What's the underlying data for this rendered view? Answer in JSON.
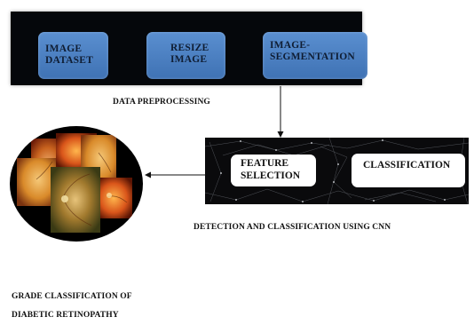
{
  "preprocessing": {
    "stages": [
      {
        "label": "IMAGE\nDATASET"
      },
      {
        "label": "RESIZE\nIMAGE"
      },
      {
        "label": "IMAGE-\nSEGMENTATION"
      }
    ],
    "caption": "DATA PREPROCESSING"
  },
  "cnn": {
    "feature_label": "FEATURE\nSELECTION",
    "classification_label": "CLASSIFICATION",
    "caption": "DETECTION AND CLASSIFICATION USING CNN"
  },
  "output": {
    "caption": "GRADE CLASSIFICATION OF\nDIABETIC RETINOPATHY"
  }
}
